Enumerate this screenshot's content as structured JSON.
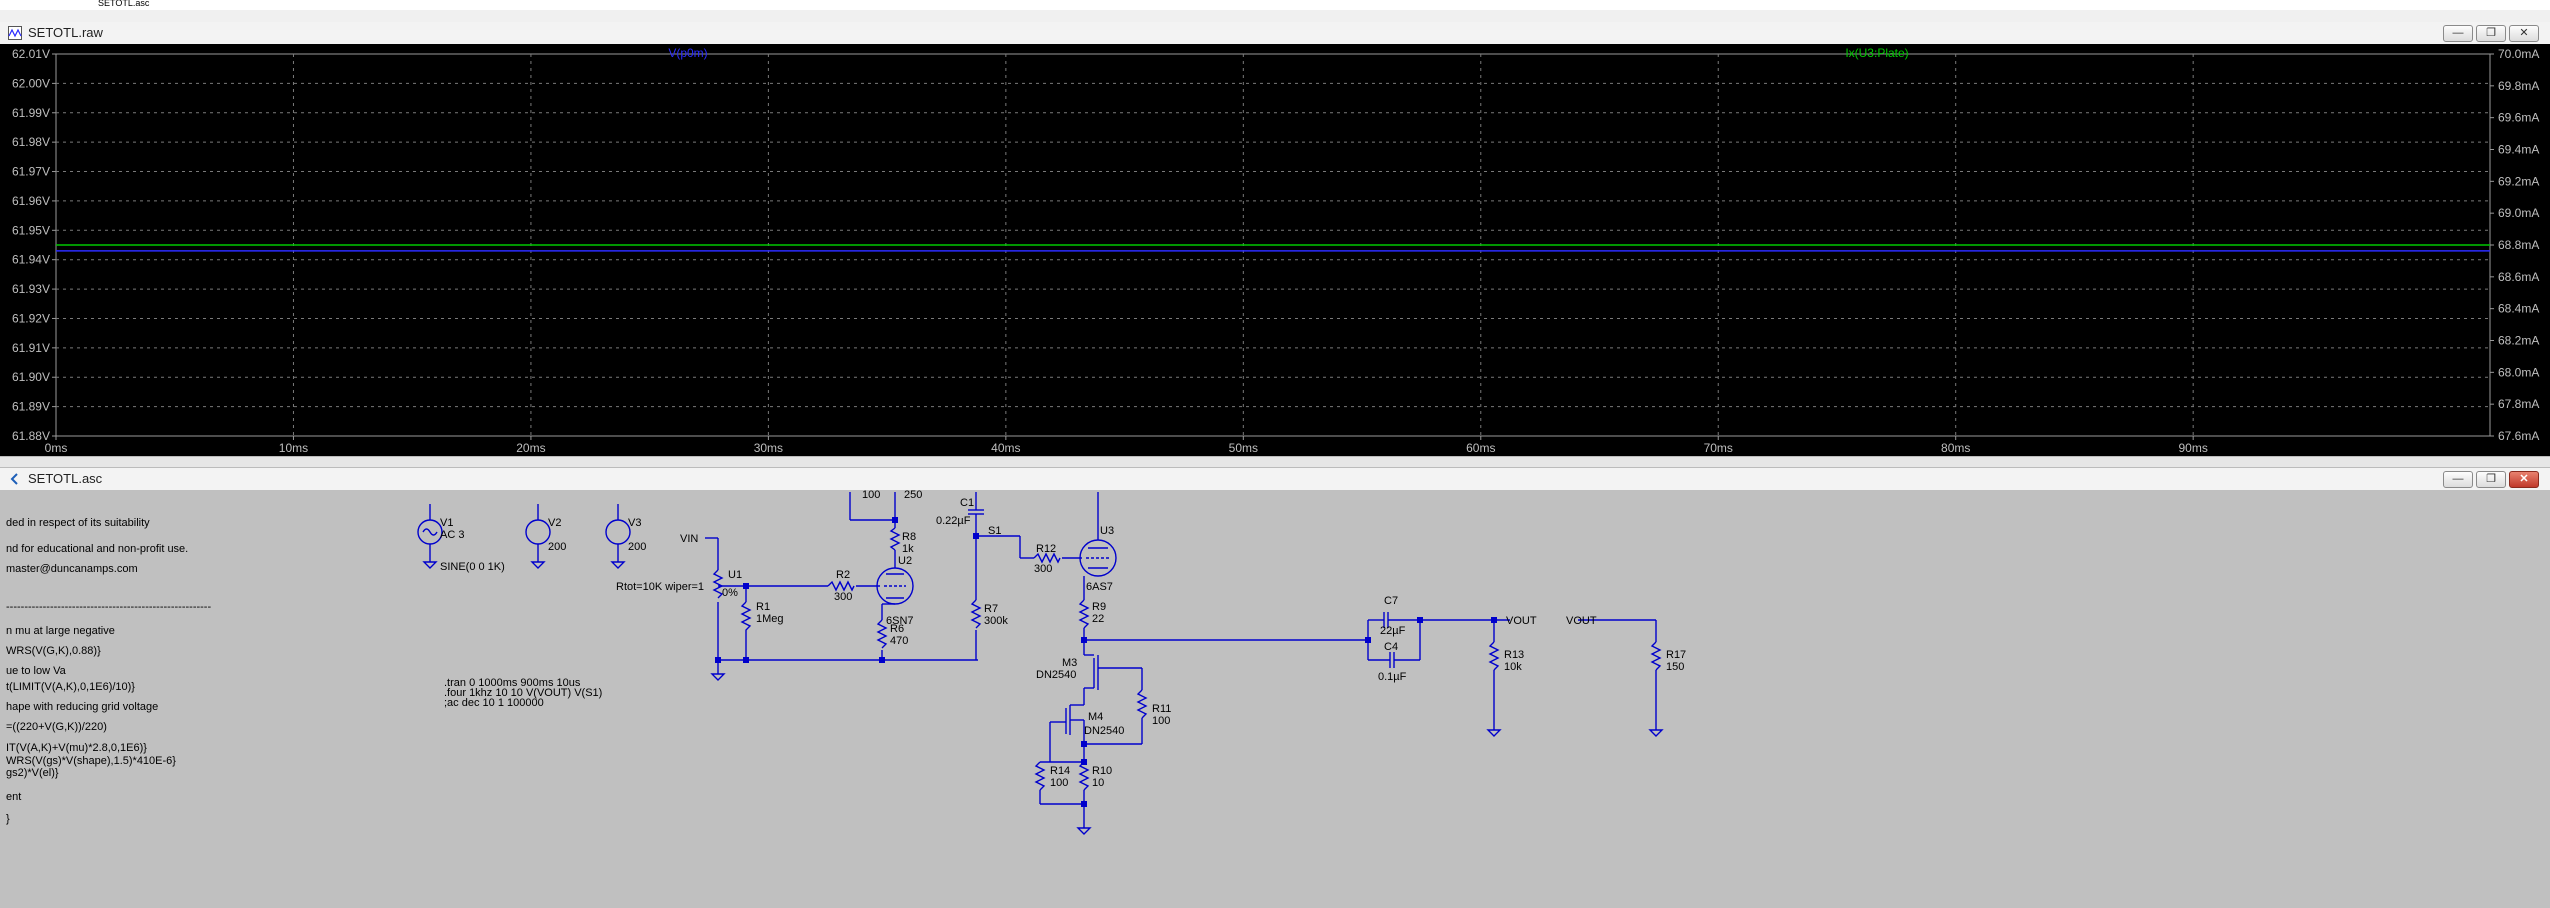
{
  "topbar": {
    "tab_label": "SETOTL.asc"
  },
  "plot_window": {
    "title": "SETOTL.raw",
    "buttons": {
      "minimize": "—",
      "restore": "❐",
      "close": "✕"
    }
  },
  "schematic_window": {
    "title": "SETOTL.asc",
    "buttons": {
      "minimize": "—",
      "restore": "❐",
      "close": "✕"
    }
  },
  "chart_data": {
    "type": "line",
    "xlabel": "",
    "ylabel": "",
    "x_ticks": [
      "0ms",
      "10ms",
      "20ms",
      "30ms",
      "40ms",
      "50ms",
      "60ms",
      "70ms",
      "80ms",
      "90ms"
    ],
    "xlim": [
      0,
      102.5
    ],
    "y_left_ticks": [
      "62.01V",
      "62.00V",
      "61.99V",
      "61.98V",
      "61.97V",
      "61.96V",
      "61.95V",
      "61.94V",
      "61.93V",
      "61.92V",
      "61.91V",
      "61.90V",
      "61.89V",
      "61.88V"
    ],
    "ylim_left": [
      61.88,
      62.01
    ],
    "y_right_ticks": [
      "70.0mA",
      "69.8mA",
      "69.6mA",
      "69.4mA",
      "69.2mA",
      "69.0mA",
      "68.8mA",
      "68.6mA",
      "68.4mA",
      "68.2mA",
      "68.0mA",
      "67.8mA",
      "67.6mA"
    ],
    "ylim_right": [
      67.6,
      70.0
    ],
    "grid": true,
    "series": [
      {
        "name": "V(p0m)",
        "axis": "left",
        "color": "#2b2bff",
        "x": [
          0,
          102.5
        ],
        "y": [
          61.943,
          61.943
        ]
      },
      {
        "name": "Ix(U3:Plate)",
        "axis": "right",
        "color": "#00c800",
        "x": [
          0,
          102.5
        ],
        "y": [
          68.8,
          68.8
        ]
      }
    ],
    "colors": {
      "background": "#000000",
      "grid": "#7a7a7a",
      "axis_text": "#bfbfbf"
    }
  },
  "schematic": {
    "comments": [
      "ded in respect of its suitability",
      "nd for educational and non-profit use.",
      "master@duncanamps.com",
      "--------------------------------------------------------",
      "n mu at large negative",
      "WRS(V(G,K),0.88)}",
      "ue to low Va",
      "t(LIMIT(V(A,K),0,1E6)/10)}",
      "hape with reducing grid voltage",
      "=((220+V(G,K))/220)",
      "IT(V(A,K)+V(mu)*2.8,0,1E6)}",
      "WRS(V(gs)*V(shape),1.5)*410E-6}",
      "gs2)*V(el)}",
      "ent",
      "}"
    ],
    "sources": [
      {
        "ref": "V1",
        "value": "AC 3",
        "extra": "SINE(0 0 1K)"
      },
      {
        "ref": "V2",
        "value": "200"
      },
      {
        "ref": "V3",
        "value": "200"
      }
    ],
    "labels": {
      "vin": "VIN",
      "u1": "U1",
      "u1_param": "Rtot=10K wiper=1",
      "u1_pct": "0%",
      "r1": "R1",
      "r1_val": "1Meg",
      "r2": "R2",
      "r2_val": "300",
      "u2": "U2",
      "u2_val": "6SN7",
      "r8": "R8",
      "r8_val": "1k",
      "r6": "R6",
      "r6_val": "470",
      "top_val1": "100",
      "top_val2": "250",
      "c1": "C1",
      "c1_val": "0.22µF",
      "s1": "S1",
      "r7": "R7",
      "r7_val": "300k",
      "r12": "R12",
      "r12_val": "300",
      "u3": "U3",
      "u3_val": "6AS7",
      "r9": "R9",
      "r9_val": "22",
      "m3": "M3",
      "m3_val": "DN2540",
      "m4": "M4",
      "m4_val": "DN2540",
      "r11": "R11",
      "r11_val": "100",
      "r14": "R14",
      "r14_val": "100",
      "r10": "R10",
      "r10_val": "10",
      "c7": "C7",
      "c7_val": "22µF",
      "c4": "C4",
      "c4_val": "0.1µF",
      "vout1": "VOUT",
      "r13": "R13",
      "r13_val": "10k",
      "vout2": "VOUT",
      "r17": "R17",
      "r17_val": "150",
      "directive1": ".tran 0 1000ms 900ms 10us",
      "directive2": ".four 1khz 10 10 V(VOUT) V(S1)",
      "directive3": ";ac dec 10 1 100000"
    },
    "colors": {
      "wire": "#0000cc",
      "text": "#000000",
      "bg": "#c0c0c0"
    }
  }
}
